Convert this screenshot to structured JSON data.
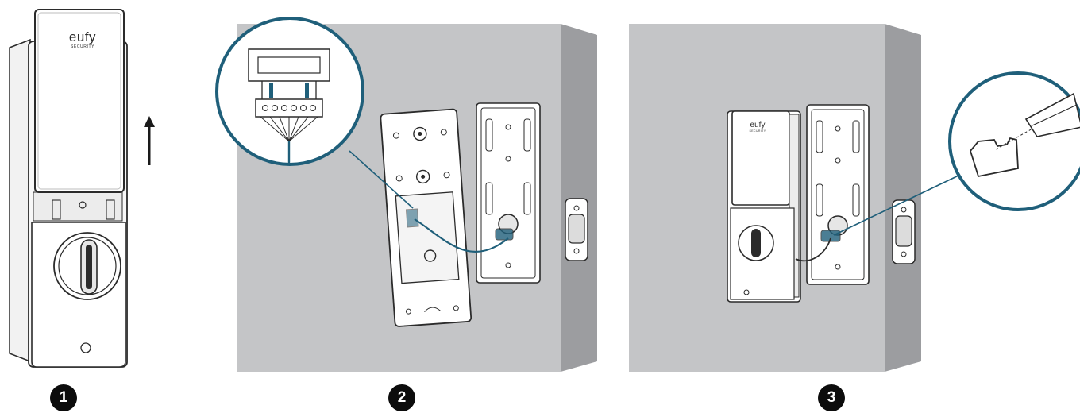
{
  "brand": {
    "logo_text": "eufy",
    "logo_subtext": "SECURITY"
  },
  "steps": [
    {
      "number": "1"
    },
    {
      "number": "2"
    },
    {
      "number": "3"
    }
  ],
  "colors": {
    "wall": "#c4c5c7",
    "wall_edge": "#9c9da0",
    "device_outline": "#2b2b2b",
    "accent_cable": "#1f5f7a",
    "badge": "#0c0c0c"
  },
  "icons": [
    "arrow-up-icon",
    "connector-zoom-icon",
    "screwdriver-zoom-icon"
  ]
}
